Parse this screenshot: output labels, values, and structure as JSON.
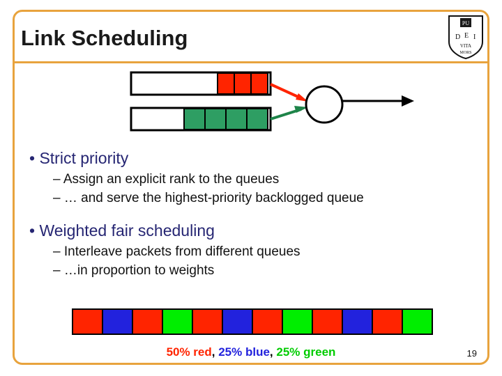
{
  "slide": {
    "title": "Link Scheduling",
    "page_number": "19",
    "accent_color": "#E8A33D",
    "bullet_color": "#262673",
    "sub_color": "#111111"
  },
  "diagram": {
    "queue_top": {
      "name": "top-queue",
      "packet_color": "#FF2400",
      "packet_count": 3,
      "arrow_color": "#FF2400"
    },
    "queue_bottom": {
      "name": "bottom-queue",
      "packet_color": "#2E9E63",
      "packet_count": 4,
      "arrow_color": "#1E8449"
    },
    "node_label": "",
    "output_arrow_color": "#000000"
  },
  "bullets": [
    {
      "marker": "•",
      "text": "Strict priority",
      "subs": [
        {
          "marker": "–",
          "text": "Assign an explicit rank to the queues"
        },
        {
          "marker": "–",
          "text": "… and serve the highest-priority backlogged queue"
        }
      ]
    },
    {
      "marker": "•",
      "text": "Weighted fair scheduling",
      "subs": [
        {
          "marker": "–",
          "text": "Interleave packets from different queues"
        },
        {
          "marker": "–",
          "text": "…in proportion to weights"
        }
      ]
    }
  ],
  "strip": {
    "colors": [
      "#FF2400",
      "#2222DD",
      "#FF2400",
      "#00EE00",
      "#FF2400",
      "#2222DD",
      "#FF2400",
      "#00EE00",
      "#FF2400",
      "#2222DD",
      "#FF2400",
      "#00EE00"
    ],
    "cell_count": 12
  },
  "caption": {
    "red": "50% red",
    "sep1": ", ",
    "blue": "25% blue",
    "sep2": ", ",
    "green": "25% green",
    "red_color": "#FF2400",
    "blue_color": "#2222DD",
    "green_color": "#00CC00"
  }
}
